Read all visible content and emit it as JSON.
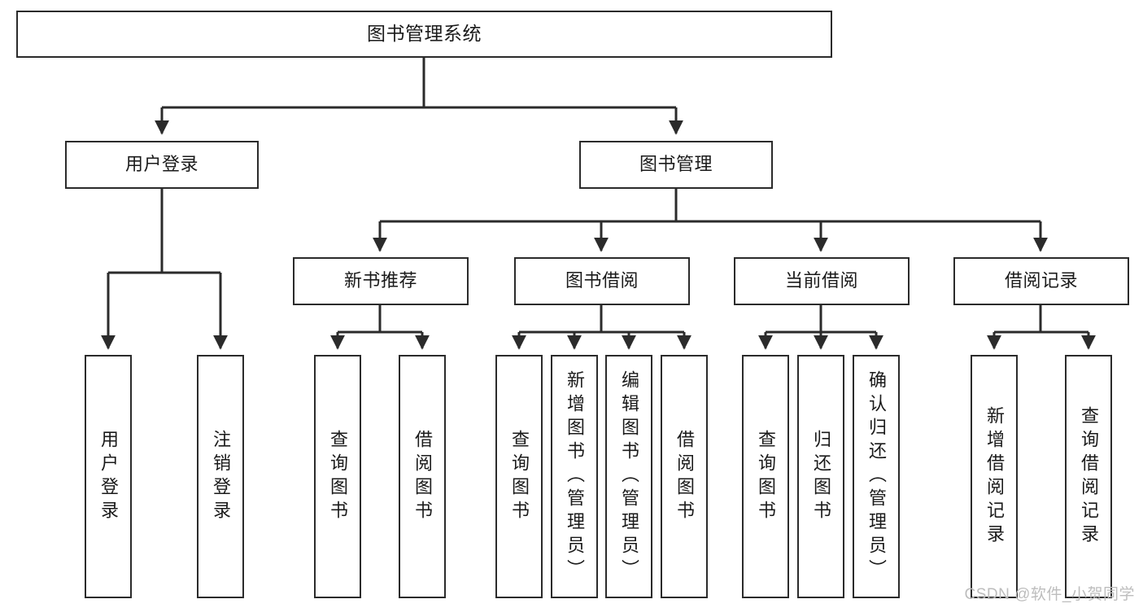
{
  "diagram": {
    "title": "图书管理系统",
    "type": "tree",
    "orientation": "top-down",
    "colors": {
      "box_border": "#2b2b2b",
      "box_fill": "#ffffff",
      "connector": "#2b2b2b",
      "text": "#1a1a1a",
      "watermark": "#bdbdbd",
      "background": "#ffffff"
    }
  },
  "root": {
    "label": "图书管理系统"
  },
  "level2": [
    {
      "id": "user-login",
      "label": "用户登录"
    },
    {
      "id": "book-management",
      "label": "图书管理"
    }
  ],
  "level3": [
    {
      "id": "new-book-recommend",
      "label": "新书推荐"
    },
    {
      "id": "book-borrow",
      "label": "图书借阅"
    },
    {
      "id": "current-borrow",
      "label": "当前借阅"
    },
    {
      "id": "borrow-record",
      "label": "借阅记录"
    }
  ],
  "leaves": {
    "user_login": [
      {
        "id": "leaf-user-login",
        "label": "用户登录"
      },
      {
        "id": "leaf-logout-login",
        "label": "注销登录"
      }
    ],
    "new_book_recommend": [
      {
        "id": "leaf-query-book-1",
        "label": "查询图书"
      },
      {
        "id": "leaf-borrow-book-1",
        "label": "借阅图书"
      }
    ],
    "book_borrow": [
      {
        "id": "leaf-query-book-2",
        "label": "查询图书"
      },
      {
        "id": "leaf-add-book",
        "label": "新增图书（管理员）"
      },
      {
        "id": "leaf-edit-book",
        "label": "编辑图书（管理员）"
      },
      {
        "id": "leaf-borrow-book-2",
        "label": "借阅图书"
      }
    ],
    "current_borrow": [
      {
        "id": "leaf-query-book-3",
        "label": "查询图书"
      },
      {
        "id": "leaf-return-book",
        "label": "归还图书"
      },
      {
        "id": "leaf-confirm-return",
        "label": "确认归还（管理员）"
      }
    ],
    "borrow_record": [
      {
        "id": "leaf-add-record",
        "label": "新增借阅记录"
      },
      {
        "id": "leaf-query-record",
        "label": "查询借阅记录"
      }
    ]
  },
  "watermark": {
    "text": "CSDN @软件_小贺同学"
  }
}
